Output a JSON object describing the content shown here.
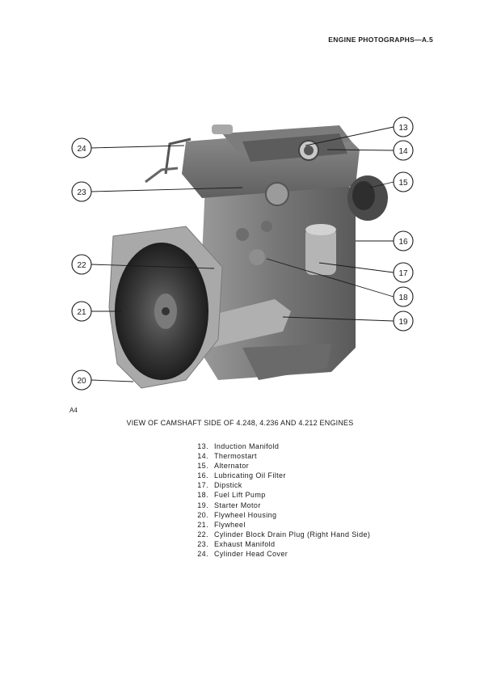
{
  "header": {
    "title": "ENGINE PHOTOGRAPHS—A.5"
  },
  "figure": {
    "id": "A4",
    "caption": "VIEW OF CAMSHAFT SIDE OF 4.248, 4.236 AND 4.212 ENGINES",
    "callouts": [
      "13",
      "14",
      "15",
      "16",
      "17",
      "18",
      "19",
      "20",
      "21",
      "22",
      "23",
      "24"
    ]
  },
  "legend": [
    {
      "num": "13.",
      "label": "Induction Manifold"
    },
    {
      "num": "14.",
      "label": "Thermostart"
    },
    {
      "num": "15.",
      "label": "Alternator"
    },
    {
      "num": "16.",
      "label": "Lubricating Oil Filter"
    },
    {
      "num": "17.",
      "label": "Dipstick"
    },
    {
      "num": "18.",
      "label": "Fuel Lift Pump"
    },
    {
      "num": "19.",
      "label": "Starter Motor"
    },
    {
      "num": "20.",
      "label": "Flywheel Housing"
    },
    {
      "num": "21.",
      "label": "Flywheel"
    },
    {
      "num": "22.",
      "label": "Cylinder Block Drain Plug (Right Hand Side)"
    },
    {
      "num": "23.",
      "label": "Exhaust Manifold"
    },
    {
      "num": "24.",
      "label": "Cylinder Head Cover"
    }
  ]
}
